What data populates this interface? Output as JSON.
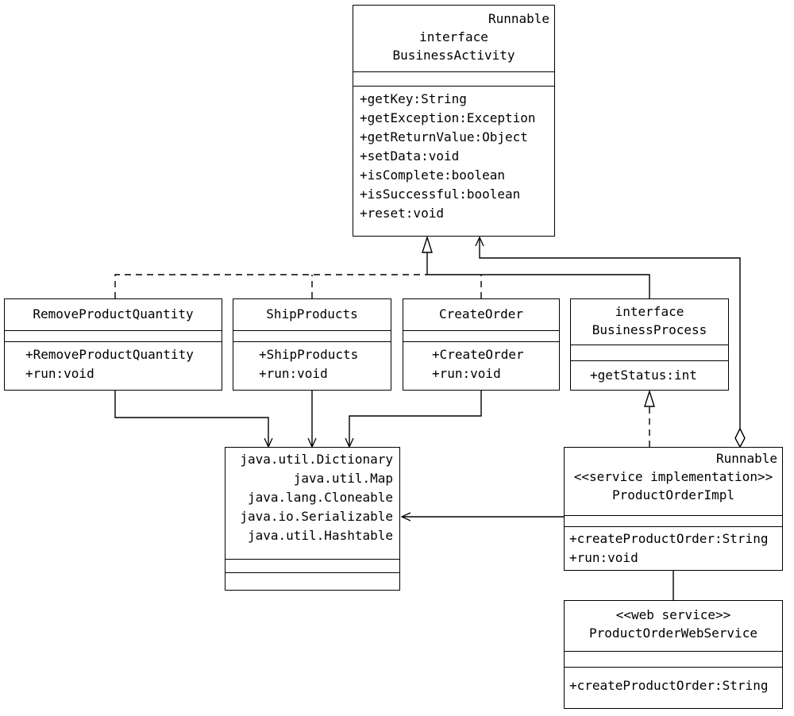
{
  "classes": {
    "business_activity": {
      "stereotype_right": "Runnable",
      "lines": [
        "interface",
        "BusinessActivity"
      ],
      "operations": [
        "+getKey:String",
        "+getException:Exception",
        "+getReturnValue:Object",
        "+setData:void",
        "+isComplete:boolean",
        "+isSuccessful:boolean",
        "+reset:void"
      ]
    },
    "remove_product_quantity": {
      "name": "RemoveProductQuantity",
      "operations": [
        "+RemoveProductQuantity",
        "+run:void"
      ]
    },
    "ship_products": {
      "name": "ShipProducts",
      "operations": [
        "+ShipProducts",
        "+run:void"
      ]
    },
    "create_order": {
      "name": "CreateOrder",
      "operations": [
        "+CreateOrder",
        "+run:void"
      ]
    },
    "business_process": {
      "lines": [
        "interface",
        "BusinessProcess"
      ],
      "operations": [
        "+getStatus:int"
      ]
    },
    "hashtable": {
      "lines": [
        "java.util.Dictionary",
        "java.util.Map",
        "java.lang.Cloneable",
        "java.io.Serializable",
        "java.util.Hashtable"
      ]
    },
    "product_order_impl": {
      "stereotype_right": "Runnable",
      "lines": [
        "<<service implementation>>",
        "ProductOrderImpl"
      ],
      "operations": [
        "+createProductOrder:String",
        "+run:void"
      ]
    },
    "product_order_web_service": {
      "lines": [
        "<<web service>>",
        "ProductOrderWebService"
      ],
      "operations": [
        "+createProductOrder:String"
      ]
    }
  }
}
